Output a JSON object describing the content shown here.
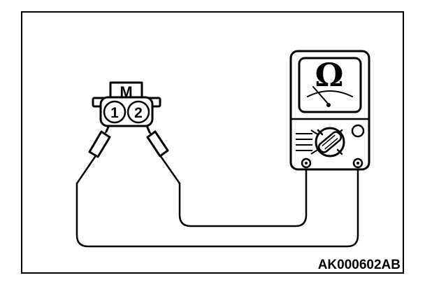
{
  "connector": {
    "label": "M",
    "pins": [
      "1",
      "2"
    ]
  },
  "meter": {
    "unit_symbol": "Ω"
  },
  "figure": {
    "reference": "AK000602AB"
  }
}
